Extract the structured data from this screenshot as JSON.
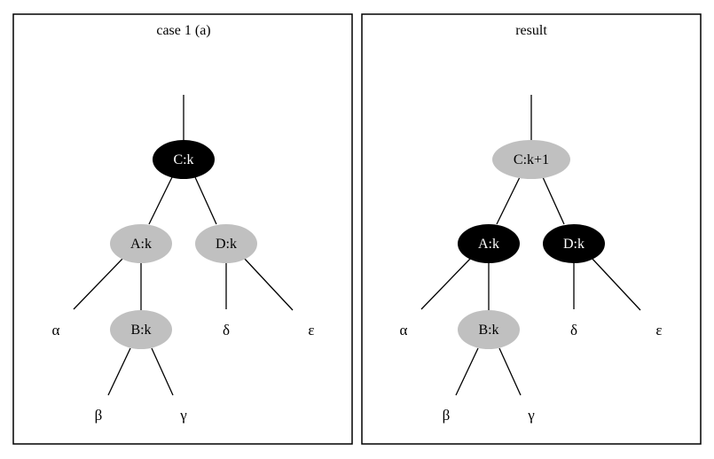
{
  "colors": {
    "red_node": "#c0c0c0",
    "black_node": "#000000",
    "black_text": "#000000",
    "white_text": "#ffffff"
  },
  "panels": [
    {
      "title": "case 1 (a)",
      "nodes": {
        "C": {
          "label": "C:k",
          "color": "black"
        },
        "A": {
          "label": "A:k",
          "color": "red"
        },
        "D": {
          "label": "D:k",
          "color": "red"
        },
        "B": {
          "label": "B:k",
          "color": "red"
        }
      },
      "leaves": {
        "alpha": "α",
        "delta": "δ",
        "epsilon": "ε",
        "beta": "β",
        "gamma": "γ"
      }
    },
    {
      "title": "result",
      "nodes": {
        "C": {
          "label": "C:k+1",
          "color": "red"
        },
        "A": {
          "label": "A:k",
          "color": "black"
        },
        "D": {
          "label": "D:k",
          "color": "black"
        },
        "B": {
          "label": "B:k",
          "color": "red"
        }
      },
      "leaves": {
        "alpha": "α",
        "delta": "δ",
        "epsilon": "ε",
        "beta": "β",
        "gamma": "γ"
      }
    }
  ]
}
